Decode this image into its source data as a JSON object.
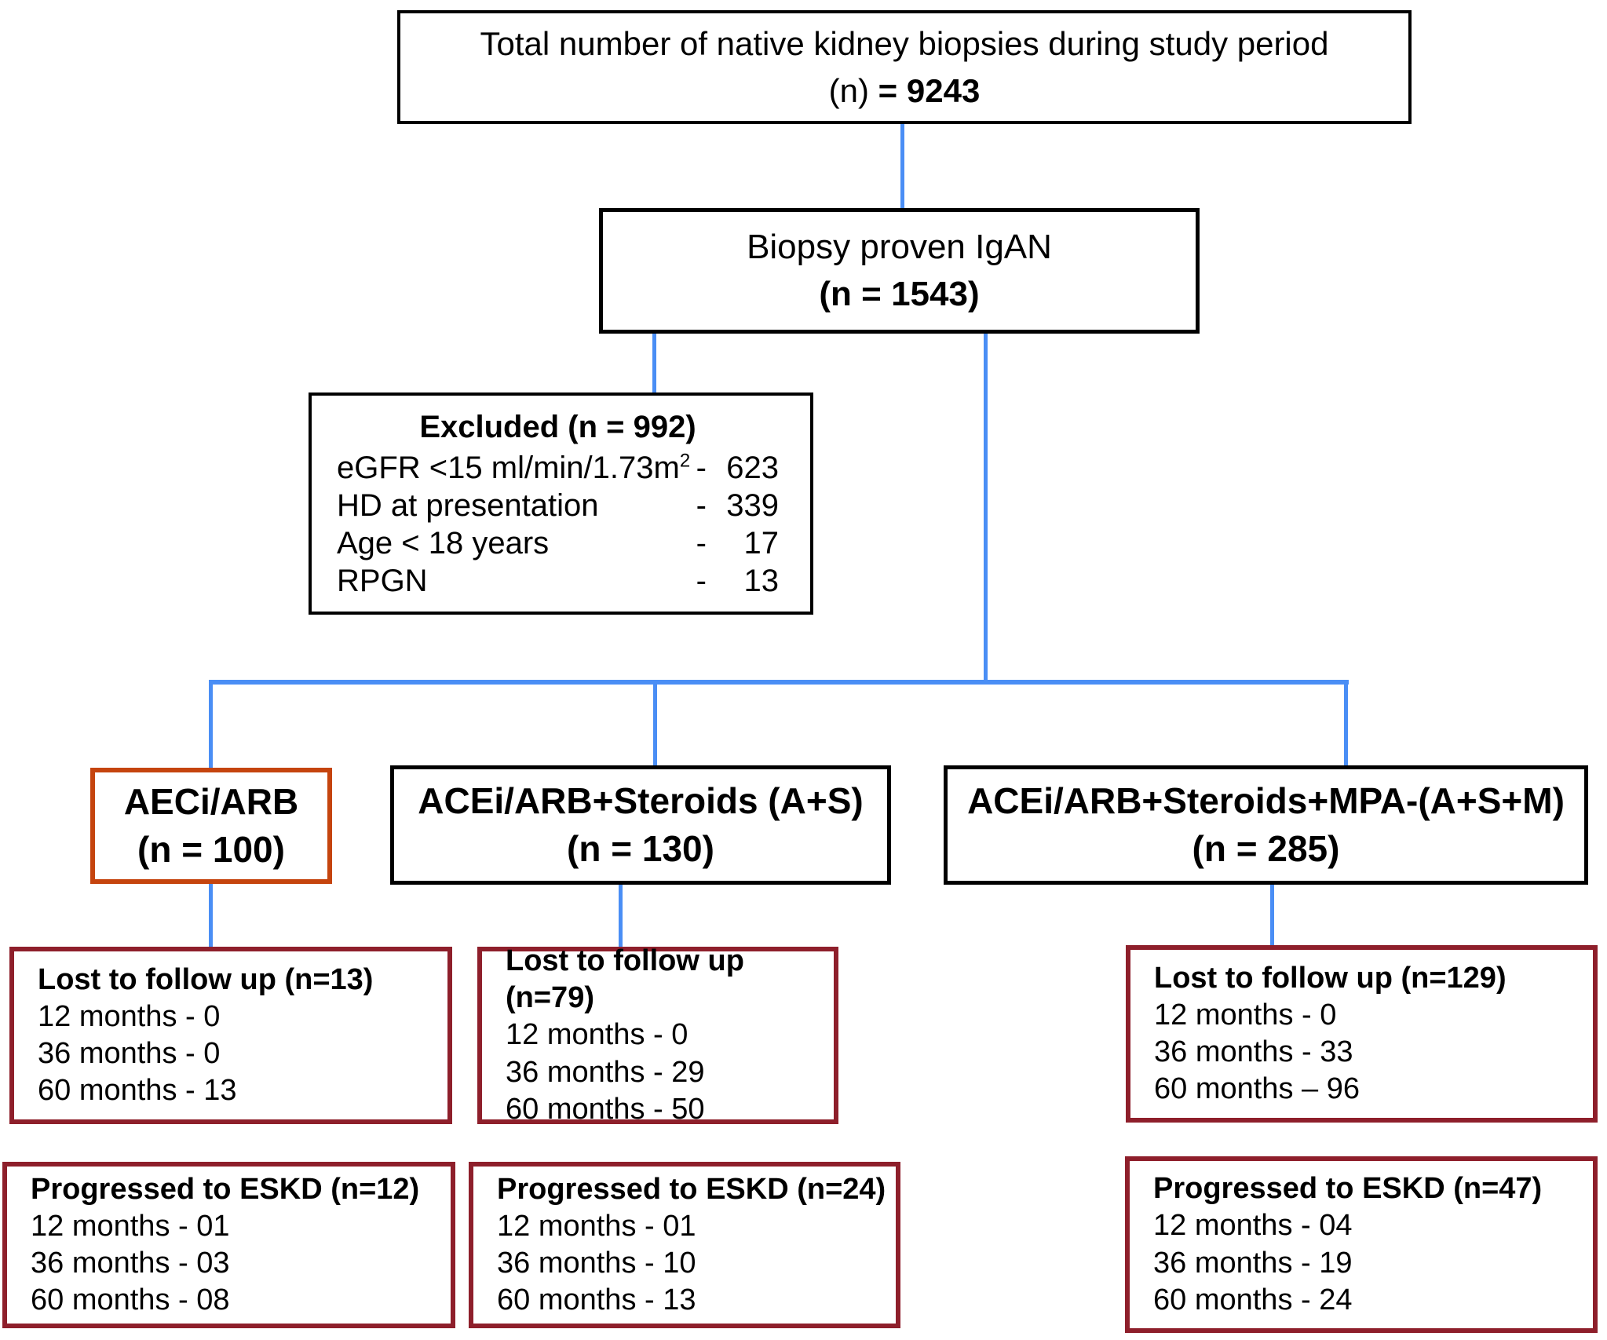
{
  "colors": {
    "connector_blue": "#4a8ef5",
    "highlight_border_orange": "#c5440e",
    "outcome_border_maroon": "#8e1f2b",
    "box_border_black": "#000000"
  },
  "flowchart": {
    "total_box": {
      "line1": "Total number of native kidney biopsies during study period",
      "n_prefix": "(n) ",
      "n_value": "= 9243"
    },
    "igan_box": {
      "line1": "Biopsy proven IgAN",
      "line2": "(n = 1543)"
    },
    "excluded_box": {
      "title": "Excluded (n = 992)",
      "rows": [
        {
          "label": "eGFR <15 ml/min/1.73m",
          "label_sup": "2",
          "dash": "-",
          "value": "623"
        },
        {
          "label": "HD at presentation",
          "label_sup": "",
          "dash": "-",
          "value": "339"
        },
        {
          "label": "Age < 18 years",
          "label_sup": "",
          "dash": "-",
          "value": "17"
        },
        {
          "label": "RPGN",
          "label_sup": "",
          "dash": "-",
          "value": "13"
        }
      ]
    },
    "arm_boxes": [
      {
        "name": "AECi/ARB",
        "n": "(n = 100)"
      },
      {
        "name": "ACEi/ARB+Steroids (A+S)",
        "n": "(n = 130)"
      },
      {
        "name": "ACEi/ARB+Steroids+MPA-(A+S+M)",
        "n": "(n = 285)"
      }
    ],
    "lost_boxes": [
      {
        "title": "Lost to follow up (n=13)",
        "rows": [
          "12 months - 0",
          "36 months - 0",
          "60 months - 13"
        ]
      },
      {
        "title": "Lost to follow up (n=79)",
        "rows": [
          "12 months - 0",
          "36 months - 29",
          "60 months - 50"
        ]
      },
      {
        "title": "Lost to follow up (n=129)",
        "rows": [
          "12 months - 0",
          "36 months - 33",
          "60 months – 96"
        ]
      }
    ],
    "eskd_boxes": [
      {
        "title": "Progressed to ESKD (n=12)",
        "rows": [
          "12 months - 01",
          "36 months - 03",
          "60 months - 08"
        ]
      },
      {
        "title": "Progressed to ESKD (n=24)",
        "rows": [
          "12 months - 01",
          "36 months - 10",
          "60 months - 13"
        ]
      },
      {
        "title": "Progressed to ESKD (n=47)",
        "rows": [
          "12 months - 04",
          "36 months - 19",
          "60 months - 24"
        ]
      }
    ]
  }
}
